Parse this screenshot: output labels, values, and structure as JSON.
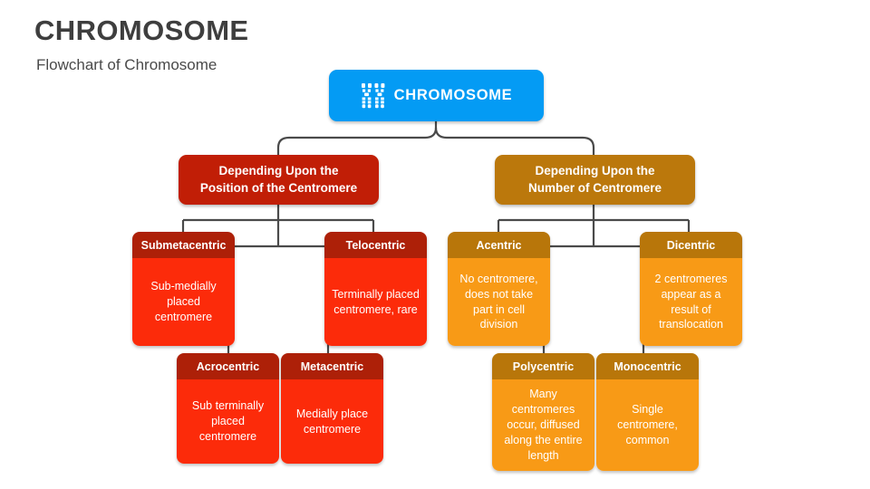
{
  "header": {
    "title": "CHROMOSOME",
    "subtitle": "Flowchart of Chromosome"
  },
  "colors": {
    "root": "#049bf4",
    "branch_left": "#c11e06",
    "branch_right": "#bb780c",
    "card_red_header": "#ad2008",
    "card_red_body": "#fc2b0a",
    "card_orange_header": "#b8760a",
    "card_orange_body": "#f89a16",
    "connector": "#4a4a4a",
    "title_text": "#3e3e3e"
  },
  "root": {
    "label": "CHROMOSOME",
    "icon": "chromosome-pair-icon"
  },
  "branches": [
    {
      "label": "Depending Upon the\nPosition of the Centromere",
      "line1": "Depending Upon the",
      "line2": "Position of the Centromere"
    },
    {
      "label": "Depending Upon the\nNumber of Centromere",
      "line1": "Depending Upon the",
      "line2": "Number of Centromere"
    }
  ],
  "cards": {
    "submetacentric": {
      "title": "Submetacentric",
      "body": "Sub-medially placed centromere"
    },
    "telocentric": {
      "title": "Telocentric",
      "body": "Terminally placed centromere, rare"
    },
    "acrocentric": {
      "title": "Acrocentric",
      "body": "Sub terminally placed centromere"
    },
    "metacentric": {
      "title": "Metacentric",
      "body": "Medially place centromere"
    },
    "acentric": {
      "title": "Acentric",
      "body": "No centromere, does not take part in cell division"
    },
    "dicentric": {
      "title": "Dicentric",
      "body": "2 centromeres appear as a result of translocation"
    },
    "polycentric": {
      "title": "Polycentric",
      "body": "Many centromeres occur, diffused along the entire length"
    },
    "monocentric": {
      "title": "Monocentric",
      "body": "Single centromere, common"
    }
  }
}
